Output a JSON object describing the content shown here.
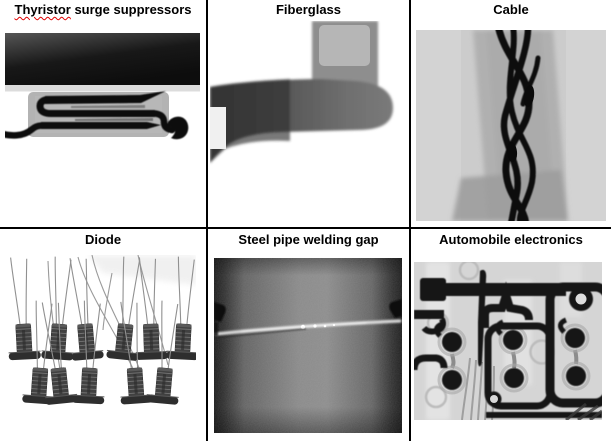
{
  "figure": {
    "colors": {
      "background": "#ffffff",
      "grid_border": "#000000",
      "title_text": "#000000",
      "spellcheck_underline": "#e00000"
    },
    "cells": [
      {
        "label": "Thyristor surge suppressors",
        "misspelled_word": "Thyristor",
        "label_rest": " surge suppressors",
        "image": "thyristor-surge-suppressors-xray"
      },
      {
        "label": "Fiberglass",
        "image": "fiberglass-xray"
      },
      {
        "label": "Cable",
        "image": "cable-xray"
      },
      {
        "label": "Diode",
        "image": "diode-xray"
      },
      {
        "label": "Steel pipe welding gap",
        "image": "steel-pipe-welding-gap-xray"
      },
      {
        "label": "Automobile electronics",
        "image": "automobile-electronics-xray"
      }
    ]
  }
}
